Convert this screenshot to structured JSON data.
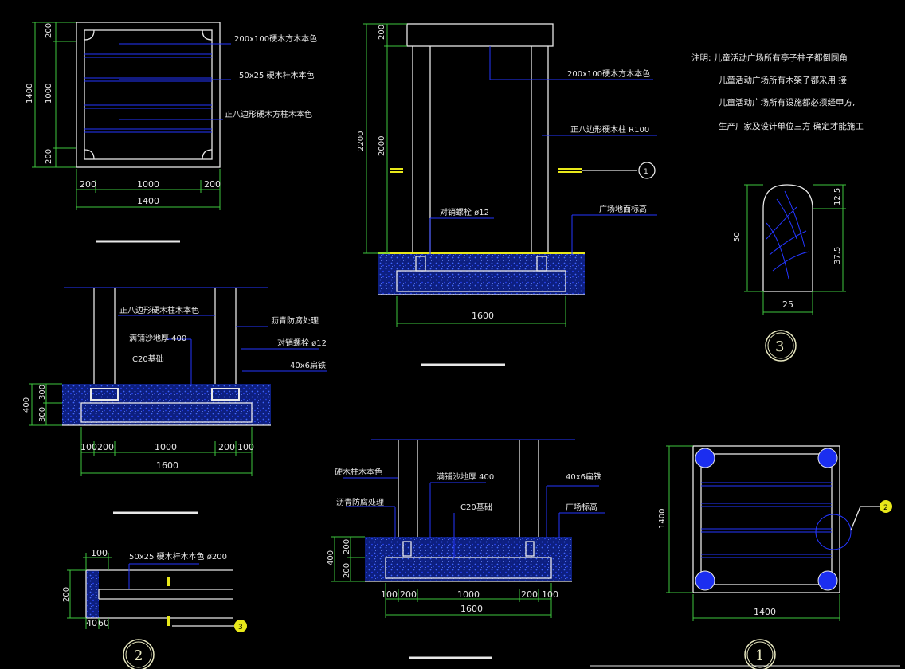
{
  "plan": {
    "labels": [
      "200x100硬木方木本色",
      "50x25 硬木杆木本色",
      "正八边形硬木方柱木本色"
    ],
    "dim_left": [
      "200",
      "1000",
      "200",
      "1400"
    ],
    "dim_bottom": [
      "200",
      "1000",
      "200",
      "1400"
    ]
  },
  "elevation": {
    "labels": [
      "200x100硬木方木本色",
      "正八边形硬木柱 R100",
      "对销螺栓 ø12",
      "广场地面标高"
    ],
    "dim_left": [
      "200",
      "2000",
      "2200"
    ],
    "dim_bottom": [
      "1600"
    ],
    "marker": "1"
  },
  "notes": {
    "lines": [
      "注明:  儿童活动广场所有亭子柱子都倒圆角",
      "儿童活动广场所有木架子都采用 接",
      "儿童活动广场所有设施都必须经甲方,",
      "生产厂家及设计单位三方    确定才能施工"
    ]
  },
  "detail3": {
    "dims": [
      "50",
      "25",
      "12.5",
      "37.5"
    ],
    "marker": "3"
  },
  "section_a": {
    "labels": [
      "正八边形硬木柱木本色",
      "满铺沙地厚  400",
      "C20基础",
      "沥青防腐处理",
      "对销螺栓  ø12",
      "40x6扁铁"
    ],
    "dim_left": [
      "400",
      "300",
      "300"
    ],
    "dim_bottom": [
      "100",
      "200",
      "1000",
      "200",
      "100",
      "1600"
    ]
  },
  "detail2": {
    "label": "50x25 硬木杆木本色  ø200",
    "dims": [
      "100",
      "200",
      "40",
      "60"
    ],
    "marker": "2",
    "callout": "3"
  },
  "section_b": {
    "labels": [
      "硬木柱木本色",
      "满铺沙地厚 400",
      "40x6扁铁",
      "沥青防腐处理",
      "C20基础",
      "广场标高"
    ],
    "dim_left": [
      "400",
      "200",
      "200"
    ],
    "dim_bottom": [
      "100",
      "200",
      "1000",
      "200",
      "100",
      "1600"
    ]
  },
  "plan2": {
    "dim_left": [
      "1400"
    ],
    "dim_bottom": [
      "1400"
    ],
    "marker": "1",
    "callout": "2"
  }
}
